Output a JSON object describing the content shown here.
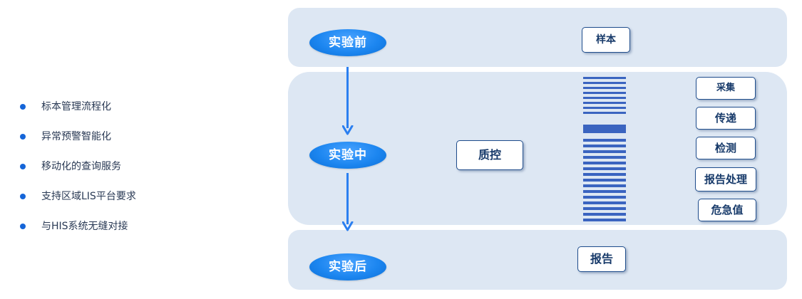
{
  "features": [
    "标本管理流程化",
    "异常预警智能化",
    "移动化的查询服务",
    "支持区域LIS平台要求",
    "与HIS系统无缝对接"
  ],
  "stages": {
    "before": "实验前",
    "during": "实验中",
    "after": "实验后"
  },
  "boxes": {
    "sample": "样本",
    "qc": "质控",
    "report": "报告"
  },
  "steps": [
    "采集",
    "传递",
    "检测",
    "报告处理",
    "危急值"
  ],
  "colors": {
    "panel": "#dde7f3",
    "stage": "#1c86f0",
    "arrow": "#2b7ff0",
    "bullet": "#1565d8",
    "stripe": "#3a64c0",
    "box_border": "#1f4d8c"
  }
}
